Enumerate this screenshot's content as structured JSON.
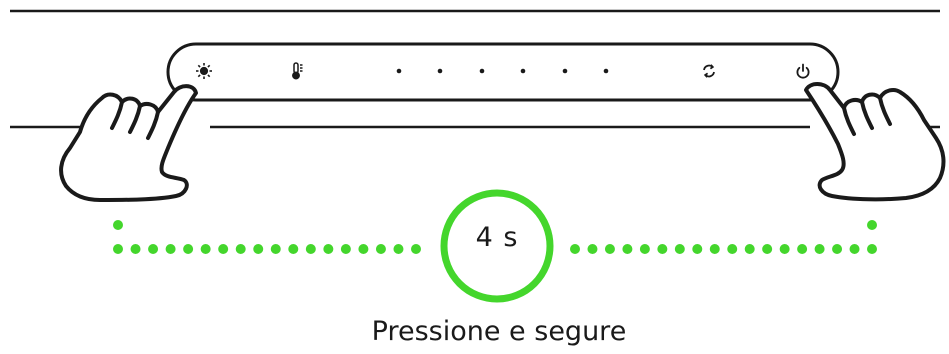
{
  "timer": {
    "label": "4 s"
  },
  "caption": "Pressione e segure",
  "colors": {
    "accent": "#44d62c",
    "line": "#1a1a1a",
    "background": "#ffffff"
  },
  "control_bar": {
    "buttons": [
      {
        "name": "brightness-icon",
        "pressed": true
      },
      {
        "name": "temperature-icon",
        "pressed": false
      },
      {
        "name": "level-dot-1",
        "pressed": false
      },
      {
        "name": "level-dot-2",
        "pressed": false
      },
      {
        "name": "level-dot-3",
        "pressed": false
      },
      {
        "name": "level-dot-4",
        "pressed": false
      },
      {
        "name": "level-dot-5",
        "pressed": false
      },
      {
        "name": "level-dot-6",
        "pressed": false
      },
      {
        "name": "sync-icon",
        "pressed": false
      },
      {
        "name": "power-icon",
        "pressed": true
      }
    ]
  },
  "hands": [
    {
      "name": "left-hand-icon",
      "presses": "brightness-icon"
    },
    {
      "name": "right-hand-icon",
      "presses": "power-icon"
    }
  ]
}
